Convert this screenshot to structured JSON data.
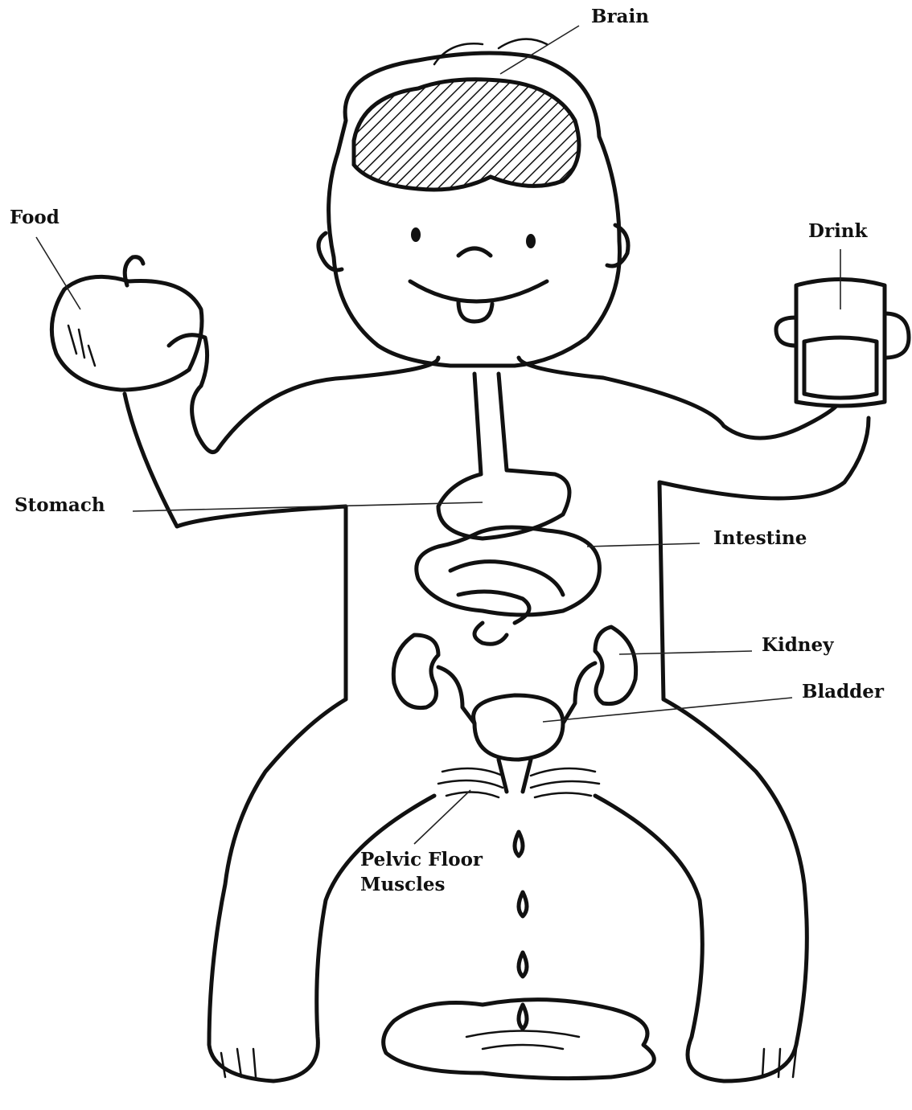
{
  "labels": {
    "brain": "Brain",
    "food": "Food",
    "drink": "Drink",
    "stomach": "Stomach",
    "intestine": "Intestine",
    "kidney": "Kidney",
    "bladder": "Bladder",
    "pelvic_floor_line1": "Pelvic Floor",
    "pelvic_floor_line2": "Muscles"
  },
  "colors": {
    "ink": "#111111",
    "background": "#ffffff"
  }
}
